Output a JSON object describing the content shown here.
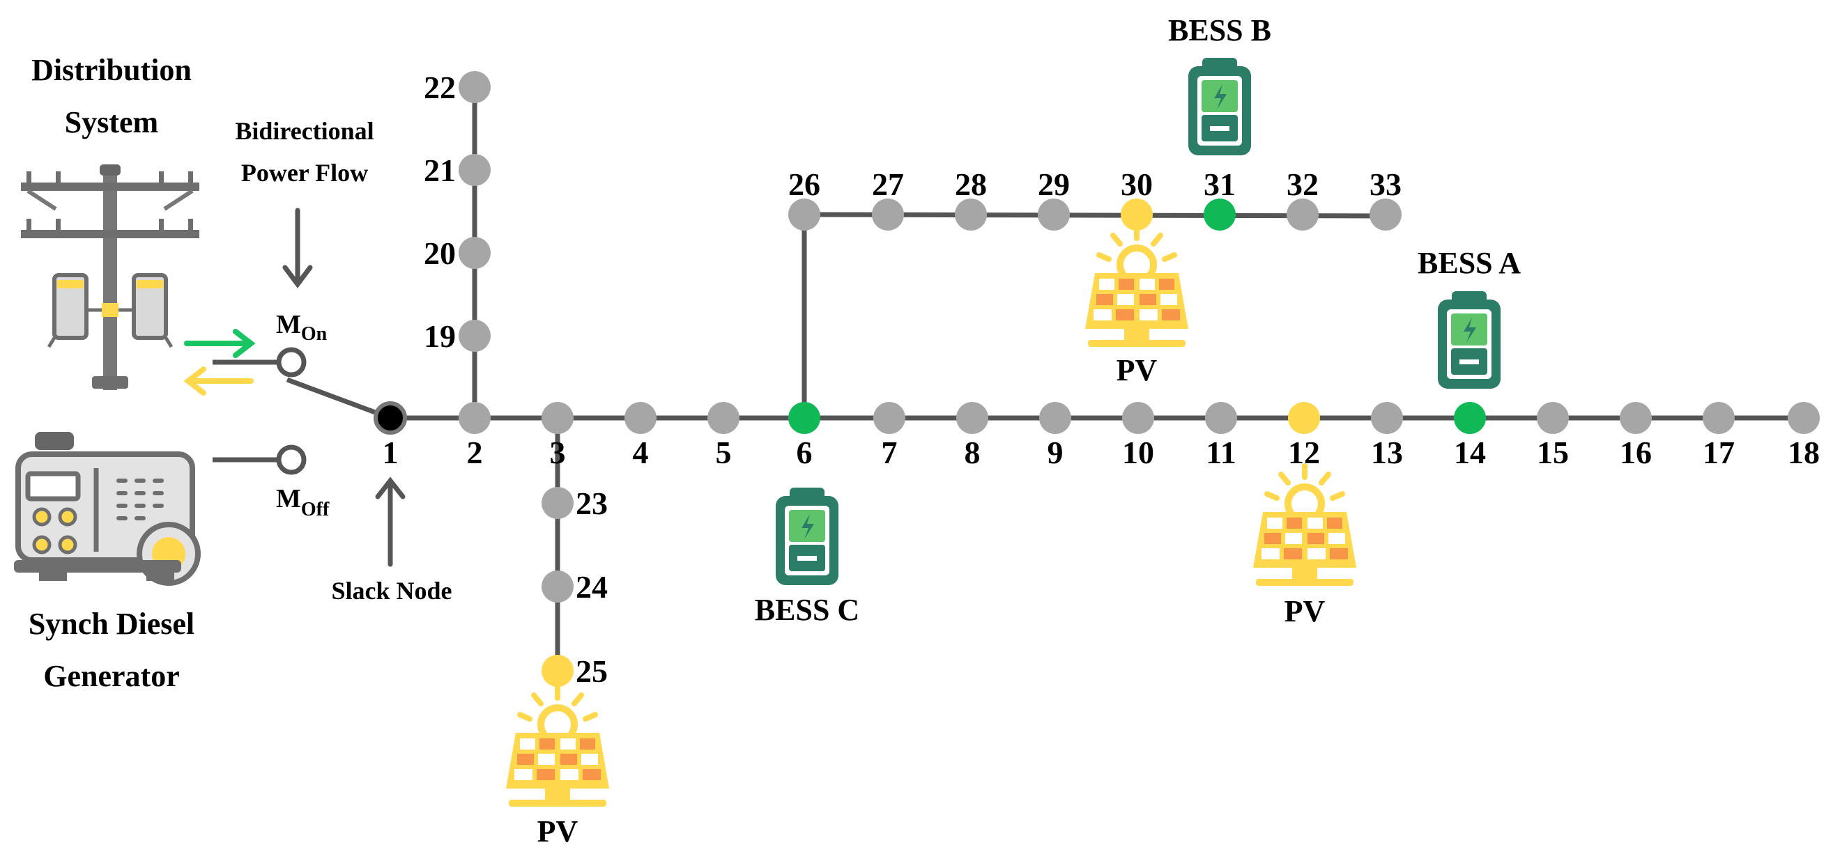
{
  "labels": {
    "distribution": [
      "Distribution",
      "System"
    ],
    "generator": [
      "Synch Diesel",
      "Generator"
    ],
    "bidirectional": [
      "Bidirectional",
      "Power Flow"
    ],
    "slack": "Slack Node",
    "m_on": "M",
    "m_on_sub": "On",
    "m_off": "M",
    "m_off_sub": "Off",
    "bess_a": "BESS A",
    "bess_b": "BESS B",
    "bess_c": "BESS C",
    "pv": "PV"
  },
  "node_colors": {
    "line": "#555555",
    "plain": "#a6a6a6",
    "pv": "#ffd84d",
    "bess": "#10b856",
    "slack": "#000000",
    "arrow_green": "#19c463",
    "arrow_yellow": "#ffd84d",
    "battery": "#2b7d68"
  },
  "nodes": [
    "1",
    "2",
    "3",
    "4",
    "5",
    "6",
    "7",
    "8",
    "9",
    "10",
    "11",
    "12",
    "13",
    "14",
    "15",
    "16",
    "17",
    "18",
    "19",
    "20",
    "21",
    "22",
    "23",
    "24",
    "25",
    "26",
    "27",
    "28",
    "29",
    "30",
    "31",
    "32",
    "33"
  ],
  "pv_nodes": [
    "12",
    "25",
    "30"
  ],
  "bess_nodes": [
    "6",
    "14",
    "31"
  ],
  "icons": [
    "transmission-tower-icon",
    "diesel-generator-icon",
    "battery-icon",
    "solar-panel-icon"
  ]
}
